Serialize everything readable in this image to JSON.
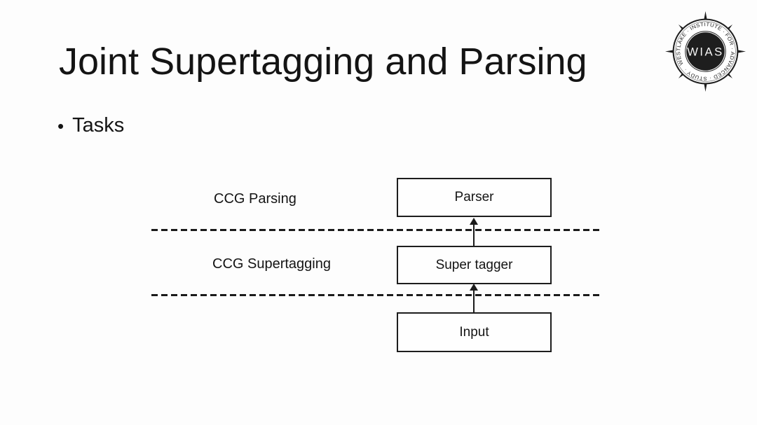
{
  "slide": {
    "title": "Joint Supertagging and Parsing",
    "bullet_marker": "•",
    "bullet_text": "Tasks"
  },
  "diagram": {
    "layers": {
      "parsing_label": "CCG Parsing",
      "supertagging_label": "CCG Supertagging"
    },
    "boxes": {
      "parser": "Parser",
      "supertagger": "Super tagger",
      "input": "Input"
    },
    "flow": "Input -> Super tagger -> Parser"
  },
  "logo": {
    "acronym": "WIAS",
    "ring_text": "WESTLAKE · INSTITUTE · FOR · ADVANCED · STUDY ·"
  },
  "colors": {
    "background": "#fdfdfd",
    "text": "#141414",
    "line": "#1b1b1b",
    "logo_dark": "#1e1e1e"
  }
}
